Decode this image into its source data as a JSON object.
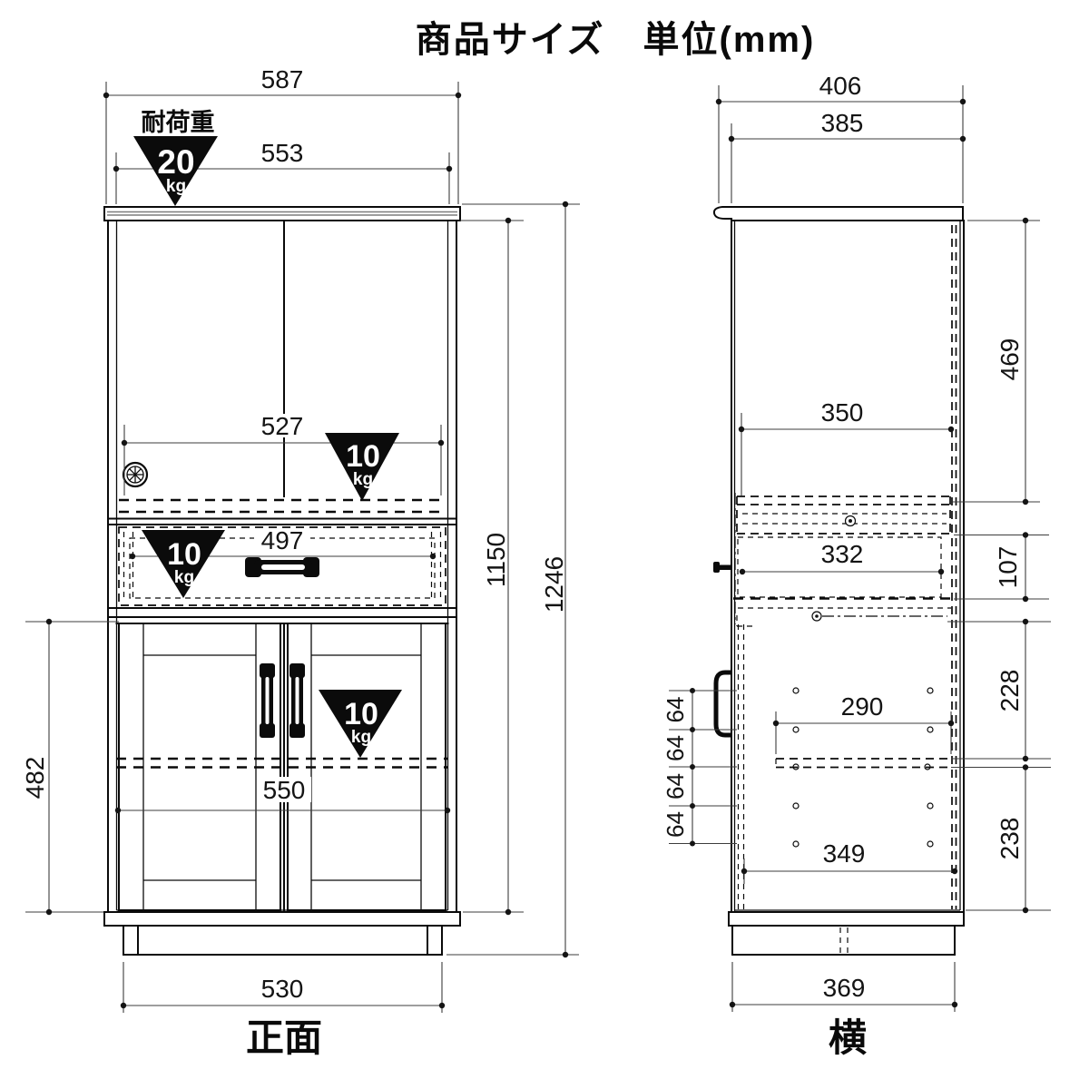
{
  "title": "商品サイズ　単位(mm)",
  "front_view": {
    "label": "正面",
    "load_capacity_label": "耐荷重",
    "loads": {
      "top": {
        "value": "20",
        "unit": "kg"
      },
      "open_shelf": {
        "value": "10",
        "unit": "kg"
      },
      "drawer": {
        "value": "10",
        "unit": "kg"
      },
      "cabinet": {
        "value": "10",
        "unit": "kg"
      }
    },
    "dims": {
      "overall_width": "587",
      "top_shelf_width": "553",
      "open_space_width": "527",
      "drawer_width": "497",
      "inner_width": "550",
      "cabinet_height": "482",
      "body_height": "1150",
      "overall_height": "1246",
      "base_width": "530"
    }
  },
  "side_view": {
    "label": "横",
    "dims": {
      "overall_depth": "406",
      "body_depth": "385",
      "upper_inner_height": "469",
      "open_space_depth": "350",
      "drawer_depth": "332",
      "drawer_height": "107",
      "upper_cabinet_space": "228",
      "shelf_pitch": [
        "64",
        "64",
        "64",
        "64"
      ],
      "shelf_depth": "290",
      "lower_cabinet_space": "238",
      "cabinet_inner_depth": "349",
      "base_depth": "369"
    }
  }
}
